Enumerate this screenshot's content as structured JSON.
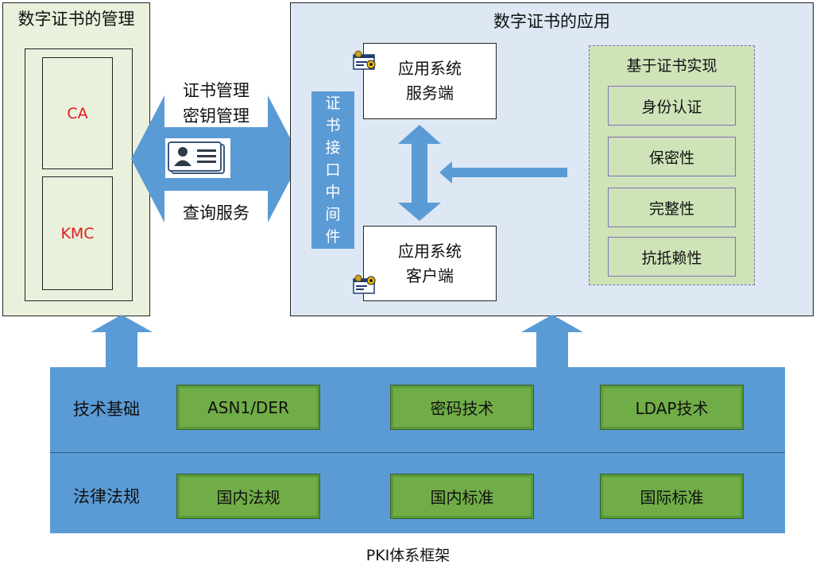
{
  "management": {
    "title": "数字证书的管理",
    "ca_label": "CA",
    "kmc_label": "KMC"
  },
  "exchange": {
    "cert_mgmt": "证书管理",
    "key_mgmt": "密钥管理",
    "query_service": "查询服务"
  },
  "application": {
    "title": "数字证书的应用",
    "server_label": "应用系统\n服务端",
    "client_label": "应用系统\n客户端",
    "interface_chars": [
      "证",
      "书",
      "接",
      "口",
      "中",
      "间",
      "件"
    ],
    "cert_based": {
      "title": "基于证书实现",
      "features": [
        "身份认证",
        "保密性",
        "完整性",
        "抗抵赖性"
      ]
    }
  },
  "foundation": {
    "tech_label": "技术基础",
    "tech_items": [
      "ASN1/DER",
      "密码技术",
      "LDAP技术"
    ],
    "law_label": "法律法规",
    "law_items": [
      "国内法规",
      "国内标准",
      "国际标准"
    ]
  },
  "footer": "PKI体系框架",
  "colors": {
    "arrow_blue": "#5b9bd5",
    "green_panel": "#e9f1dd",
    "blue_panel": "#dde8f4",
    "green_box": "#70ad47",
    "ca_text": "#e21a1a"
  }
}
